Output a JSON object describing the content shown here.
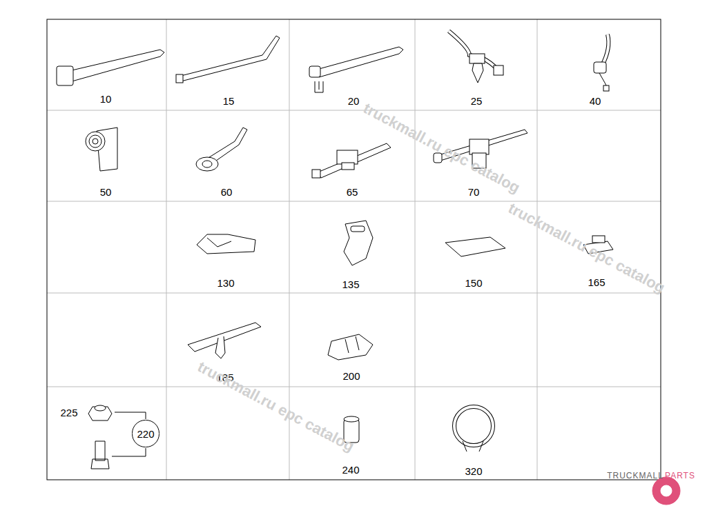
{
  "diagram": {
    "nodes": [
      {
        "text": [
          "220"
        ]
      }
    ],
    "labels": [
      "10",
      "15",
      "20",
      "25",
      "40",
      "50",
      "60",
      "65",
      "70",
      "130",
      "135",
      "150",
      "165",
      "185",
      "200",
      "225",
      "240",
      "320",
      "truckmall.ru epc catalog",
      "truckmall.ru epc catalog",
      "truckmall.ru epc catalog",
      "TRUCKMALL",
      "PARTS"
    ]
  }
}
